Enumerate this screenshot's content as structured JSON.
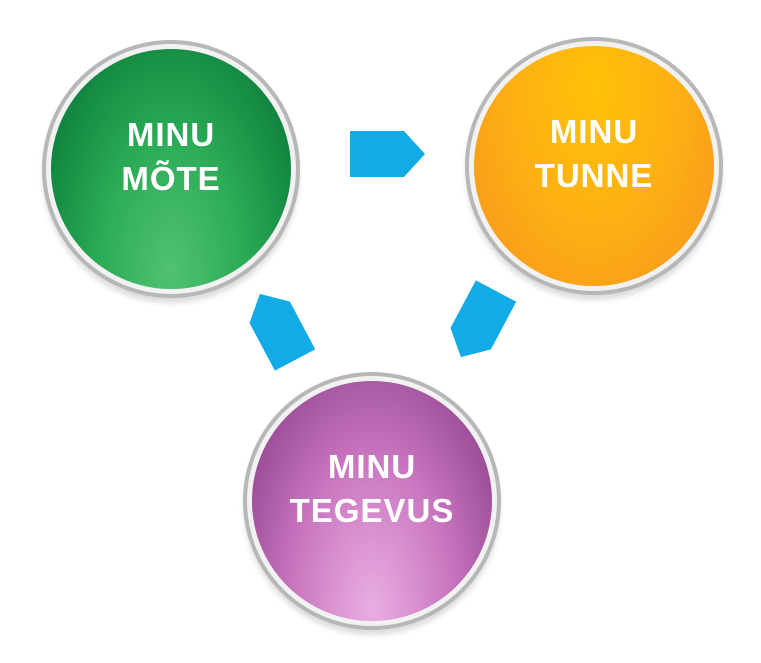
{
  "diagram": {
    "type": "cycle",
    "background_color": "#ffffff",
    "arrow_color": "#12abe6",
    "ring_outer_color": "#b7b7b7",
    "ring_inner_color": "#f2f2f2",
    "text_color": "#ffffff",
    "nodes": [
      {
        "id": "mote",
        "line1": "MINU",
        "line2": "MÕTE",
        "color_light": "#50c271",
        "color_dark": "#077637"
      },
      {
        "id": "tunne",
        "line1": "MINU",
        "line2": "TUNNE",
        "color_light": "#ffc107",
        "color_dark": "#f7941e"
      },
      {
        "id": "tegevus",
        "line1": "MINU",
        "line2": "TEGEVUS",
        "color_light": "#e9aee1",
        "color_dark": "#8a3a85"
      }
    ],
    "arrows": [
      {
        "from": "mote",
        "to": "tunne",
        "direction": "right"
      },
      {
        "from": "tunne",
        "to": "tegevus",
        "direction": "down-left"
      },
      {
        "from": "tegevus",
        "to": "mote",
        "direction": "up-left"
      }
    ]
  }
}
